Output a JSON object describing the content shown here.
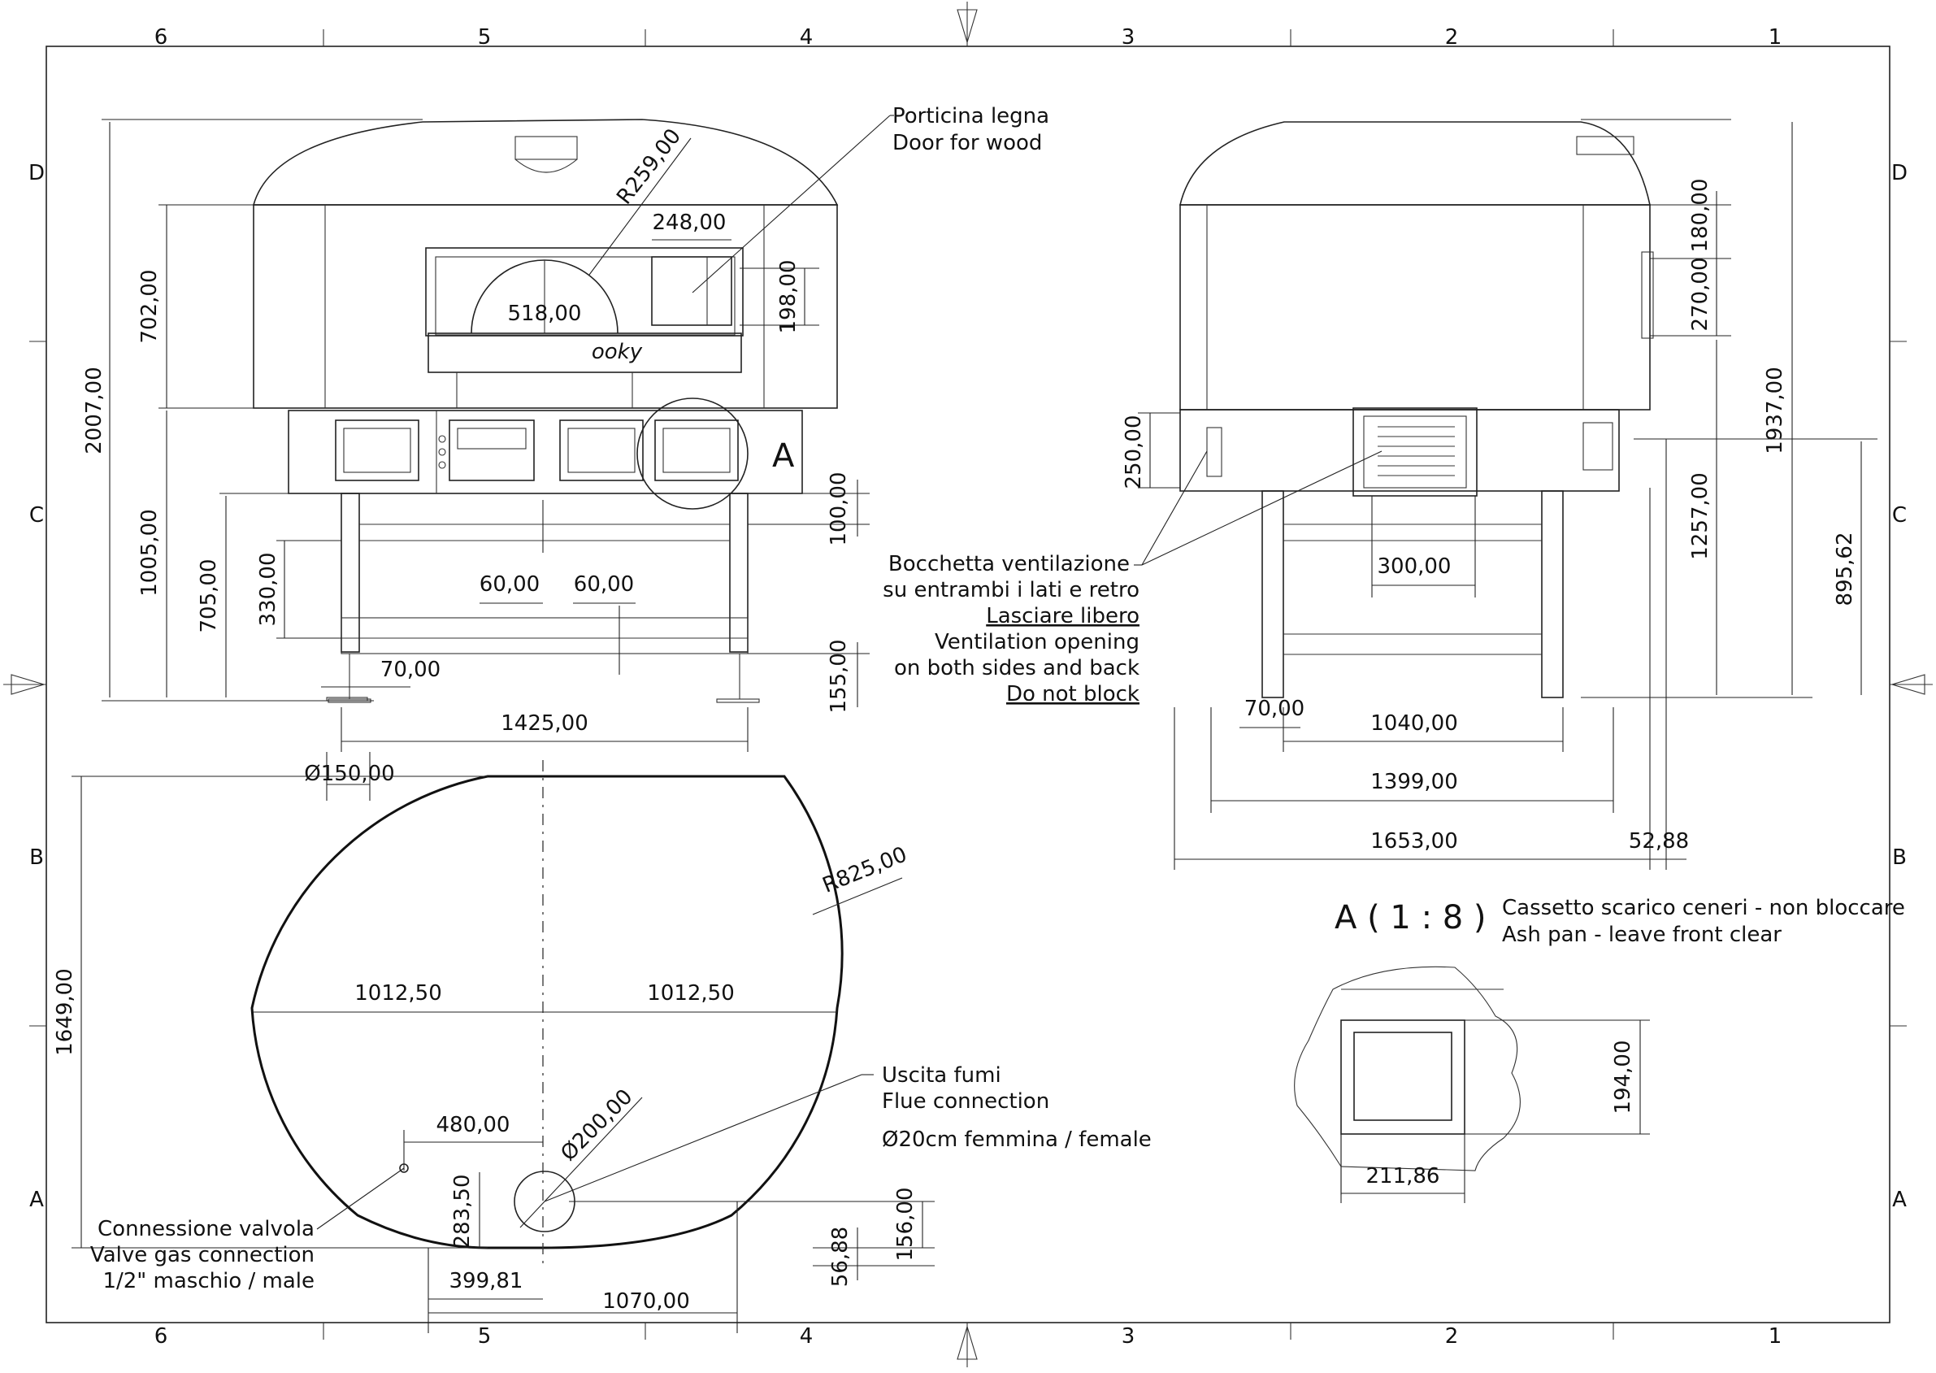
{
  "border": {
    "columns_top": [
      "6",
      "5",
      "4",
      "3",
      "2",
      "1"
    ],
    "columns_bottom": [
      "6",
      "5",
      "4",
      "3",
      "2",
      "1"
    ],
    "rows_left": [
      "D",
      "C",
      "B",
      "A"
    ],
    "rows_right": [
      "D",
      "C",
      "B",
      "A"
    ]
  },
  "front_view": {
    "dims": {
      "radius": "R259,00",
      "door_width": "248,00",
      "mouth_width": "518,00",
      "door_height": "198,00",
      "dome_height": "702,00",
      "total_height": "2007,00",
      "base_height": "1005,00",
      "stand_height": "705,00",
      "shelf_height": "330,00",
      "gap1": "60,00",
      "gap2": "60,00",
      "top_margin": "100,00",
      "bottom_margin": "155,00",
      "foot_offset": "70,00",
      "stand_width": "1425,00"
    },
    "logo": "ooky",
    "detail_marker": "A"
  },
  "side_view": {
    "dims": {
      "d180": "180,00",
      "d270": "270,00",
      "d1937": "1937,00",
      "d1257": "1257,00",
      "d895": "895,62",
      "d250": "250,00",
      "d300": "300,00",
      "d70": "70,00",
      "d1040": "1040,00",
      "d1399": "1399,00",
      "d1653": "1653,00",
      "d52": "52,88"
    }
  },
  "plan_view": {
    "dims": {
      "flue_pipe": "Ø150,00",
      "radius": "R825,00",
      "half_left": "1012,50",
      "half_right": "1012,50",
      "depth": "1649,00",
      "valve_x": "480,00",
      "flue_dia": "Ø200,00",
      "valve_y": "283,50",
      "d156": "156,00",
      "d56": "56,88",
      "d399": "399,81",
      "d1070": "1070,00"
    }
  },
  "notes": {
    "door_wood": [
      "Porticina legna",
      "Door for wood"
    ],
    "ventilation": [
      "Bocchetta ventilazione",
      "su entrambi i lati e retro",
      "Lasciare libero",
      "Ventilation opening",
      "on both sides and back",
      "Do not block"
    ],
    "flue": [
      "Uscita fumi",
      "Flue connection",
      "Ø20cm femmina / female"
    ],
    "valve": [
      "Connessione valvola",
      "Valve gas connection",
      "1/2\" maschio / male"
    ],
    "ash_pan": [
      "Cassetto scarico ceneri - non bloccare",
      "Ash pan - leave front clear"
    ]
  },
  "detail": {
    "title": "A ( 1 : 8 )",
    "dims": {
      "height": "194,00",
      "width": "211,86"
    }
  }
}
